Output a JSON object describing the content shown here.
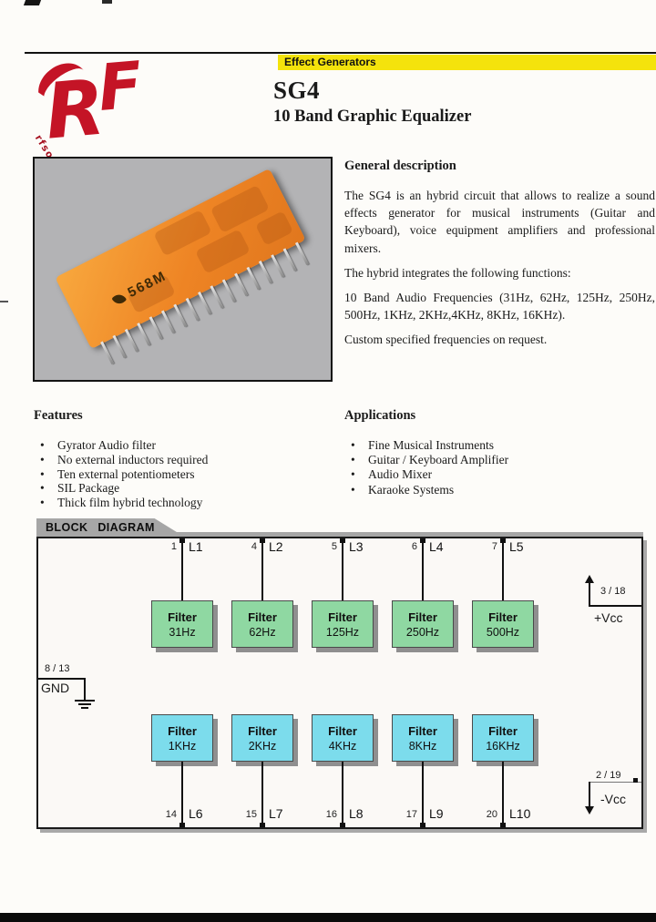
{
  "header": {
    "category": "Effect Generators",
    "title": "SG4",
    "subtitle": "10 Band Graphic Equalizer",
    "brand": {
      "letter_r": "R",
      "letter_f": "F",
      "tagline": "rfsolutions"
    }
  },
  "photo": {
    "chip_marking": "568M"
  },
  "general_description": {
    "heading": "General description",
    "paragraphs": [
      "The SG4 is an hybrid circuit that allows to realize a sound effects generator for musical instruments (Guitar and Keyboard), voice equipment amplifiers and professional mixers.",
      "The  hybrid  integrates the following functions:",
      "10 Band Audio Frequencies (31Hz, 62Hz, 125Hz, 250Hz, 500Hz, 1KHz, 2KHz,4KHz, 8KHz, 16KHz).",
      "Custom specified frequencies on request."
    ]
  },
  "features": {
    "heading": "Features",
    "items": [
      "Gyrator Audio filter",
      "No external inductors required",
      "Ten external potentiometers",
      "SIL Package",
      "Thick film hybrid technology"
    ]
  },
  "applications": {
    "heading": "Applications",
    "items": [
      "Fine Musical Instruments",
      "Guitar / Keyboard Amplifier",
      "Audio Mixer",
      "Karaoke Systems"
    ]
  },
  "block_diagram": {
    "heading": "BLOCK DIAGRAM",
    "top_pins": [
      {
        "number": "1",
        "label": "L1"
      },
      {
        "number": "4",
        "label": "L2"
      },
      {
        "number": "5",
        "label": "L3"
      },
      {
        "number": "6",
        "label": "L4"
      },
      {
        "number": "7",
        "label": "L5"
      }
    ],
    "bottom_pins": [
      {
        "number": "14",
        "label": "L6"
      },
      {
        "number": "15",
        "label": "L7"
      },
      {
        "number": "16",
        "label": "L8"
      },
      {
        "number": "17",
        "label": "L9"
      },
      {
        "number": "20",
        "label": "L10"
      }
    ],
    "filters_row1": [
      {
        "name": "Filter",
        "freq": "31Hz"
      },
      {
        "name": "Filter",
        "freq": "62Hz"
      },
      {
        "name": "Filter",
        "freq": "125Hz"
      },
      {
        "name": "Filter",
        "freq": "250Hz"
      },
      {
        "name": "Filter",
        "freq": "500Hz"
      }
    ],
    "filters_row2": [
      {
        "name": "Filter",
        "freq": "1KHz"
      },
      {
        "name": "Filter",
        "freq": "2KHz"
      },
      {
        "name": "Filter",
        "freq": "4KHz"
      },
      {
        "name": "Filter",
        "freq": "8KHz"
      },
      {
        "name": "Filter",
        "freq": "16KHz"
      }
    ],
    "gnd": {
      "pins": "8 / 13",
      "label": "GND"
    },
    "vcc_pos": {
      "pins": "3 / 18",
      "label": "+Vcc"
    },
    "vcc_neg": {
      "pins": "2 / 19",
      "label": "-Vcc"
    },
    "colors": {
      "banner_yellow": "#f4e30c",
      "filter_green": "#8fd8a2",
      "filter_cyan": "#7cdcec",
      "tab_gray": "#a6a6a6",
      "brand_red": "#c41426",
      "chip_orange": "#ee8424"
    }
  }
}
